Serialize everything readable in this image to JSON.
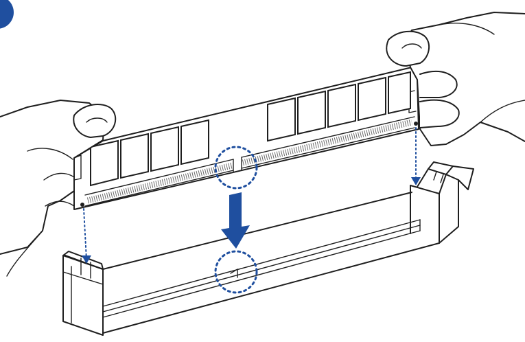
{
  "colors": {
    "accent": "#1f4f9f",
    "line": "#1e1e1e",
    "background": "#ffffff"
  },
  "diagram": {
    "step_badge_icon": "step-badge-icon",
    "parts": [
      "memory-module",
      "dimm-slot",
      "hands",
      "notch-indicator",
      "insert-arrow"
    ]
  }
}
